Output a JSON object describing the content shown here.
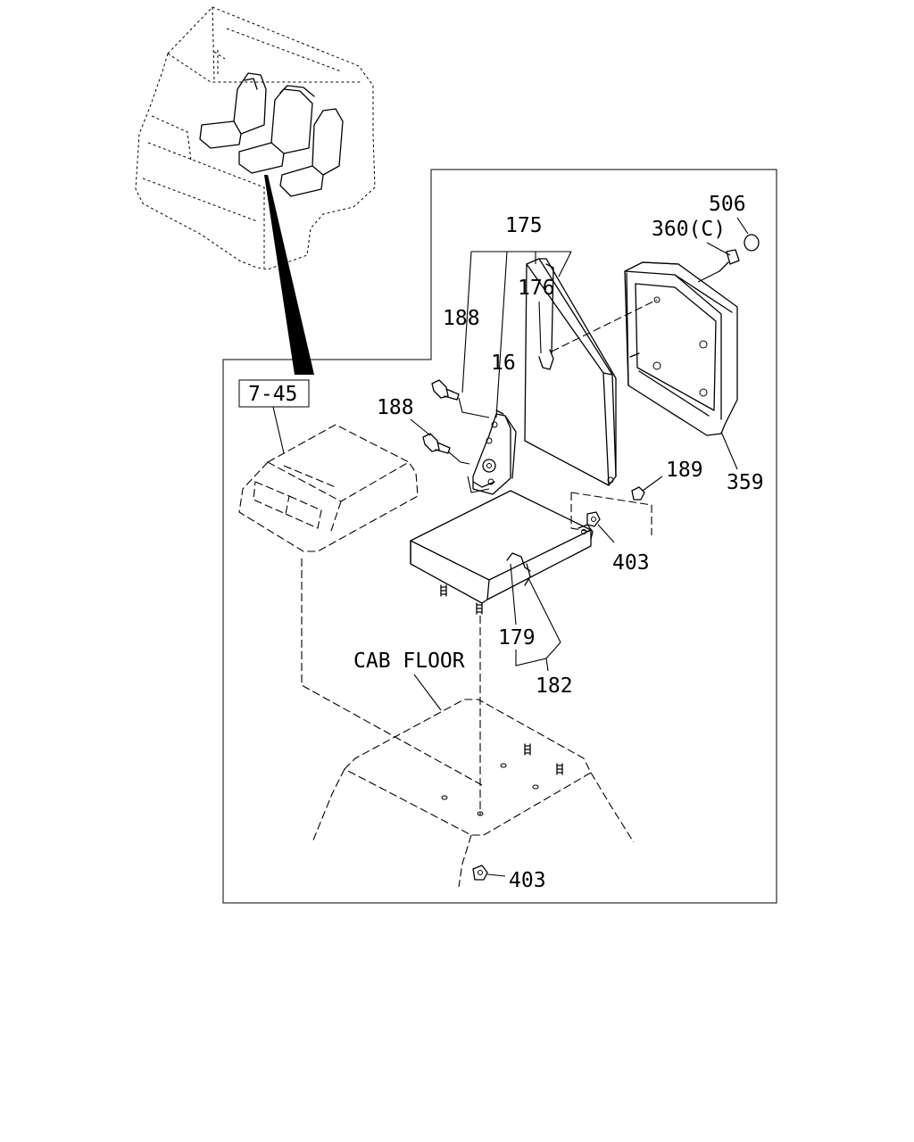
{
  "callouts": {
    "ref_box": "7-45",
    "c175": "175",
    "c176": "176",
    "c188a": "188",
    "c188b": "188",
    "c16": "16",
    "c506": "506",
    "c360": "360(C)",
    "c359": "359",
    "c189": "189",
    "c403a": "403",
    "c179": "179",
    "c182": "182",
    "cab_floor": "CAB FLOOR",
    "c403b": "403"
  }
}
